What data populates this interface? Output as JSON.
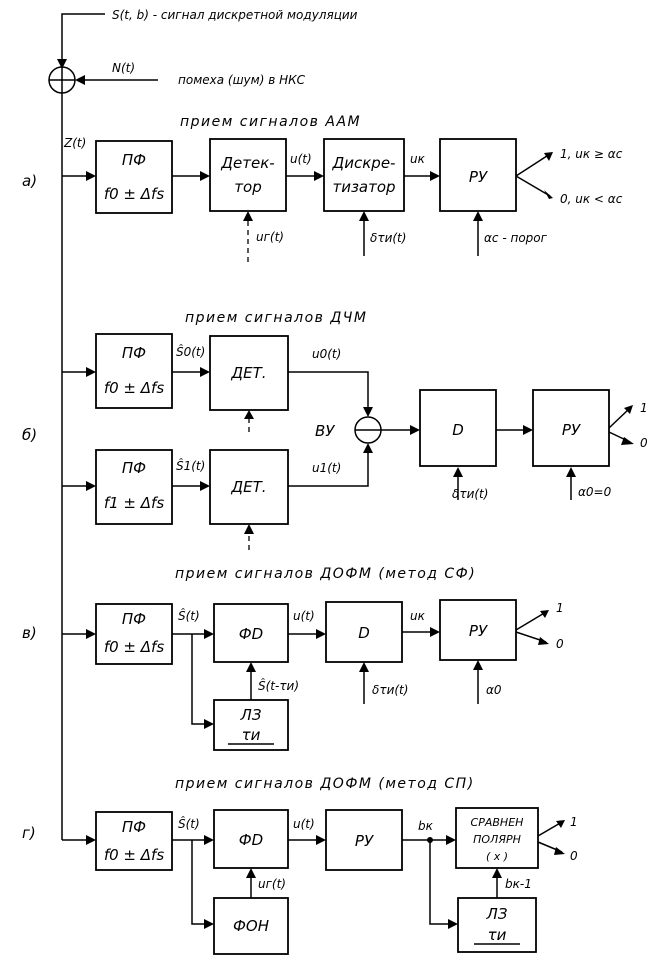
{
  "top": {
    "signal_label": "S(t, b) - сигнал дискретной модуляции",
    "noise_label": "N(t)",
    "noise_desc": "помеха (шум) в НКС",
    "z_label": "Z(t)"
  },
  "a": {
    "title": "прием сигналов ААМ",
    "marker": "а)",
    "bpf_name": "ПФ",
    "bpf_freq": "f0 ± Δfs",
    "det_line1": "Детек-",
    "det_line2": "тор",
    "u_label": "u(t)",
    "disc_line1": "Дискре-",
    "disc_line2": "тизатор",
    "uk_label": "uк",
    "ru_name": "РУ",
    "ur_label": "uг(t)",
    "delta_label": "δτи(t)",
    "threshold_label": "αс - порог",
    "out1": "1, uк ≥ αс",
    "out0": "0, uк < αс"
  },
  "b": {
    "title": "прием сигналов ДЧМ",
    "marker": "б)",
    "bpf1_name": "ПФ",
    "bpf1_freq": "f0 ± Δfs",
    "s0_label": "Ŝ0(t)",
    "det1_name": "ДЕТ.",
    "u0_label": "u0(t)",
    "bpf2_name": "ПФ",
    "bpf2_freq": "f1 ± Δfs",
    "s1_label": "Ŝ1(t)",
    "det2_name": "ДЕТ.",
    "u1_label": "u1(t)",
    "vu_label": "ВУ",
    "d_name": "D",
    "delta_label": "δτи(t)",
    "ru_name": "РУ",
    "threshold_label": "α0=0",
    "out1": "1",
    "out0": "0"
  },
  "c": {
    "title": "прием сигналов ДОФМ (метод СФ)",
    "marker": "в)",
    "bpf_name": "ПФ",
    "bpf_freq": "f0 ± Δfs",
    "s_label": "Ŝ(t)",
    "fd_name": "ФD",
    "u_label": "u(t)",
    "d_name": "D",
    "uk_label": "uк",
    "ru_name": "РУ",
    "delay_fb_label": "Ŝ(t-τи)",
    "lz_name": "ЛЗ",
    "lz_tau": "τи",
    "delta_label": "δτи(t)",
    "threshold_label": "α0",
    "out1": "1",
    "out0": "0"
  },
  "d": {
    "title": "прием сигналов ДОФМ (метод СП)",
    "marker": "г)",
    "bpf_name": "ПФ",
    "bpf_freq": "f0 ± Δfs",
    "s_label": "Ŝ(t)",
    "fd_name": "ФD",
    "u_label": "u(t)",
    "ru_name": "РУ",
    "bk_label": "bк",
    "cmp_line1": "СРАВНЕН",
    "cmp_line2": "ПОЛЯРН",
    "cmp_line3": "( x )",
    "bk1_label": "bк-1",
    "ur_label": "uг(t)",
    "fon_name": "ФОН",
    "lz_name": "ЛЗ",
    "lz_tau": "τи",
    "out1": "1",
    "out0": "0"
  }
}
